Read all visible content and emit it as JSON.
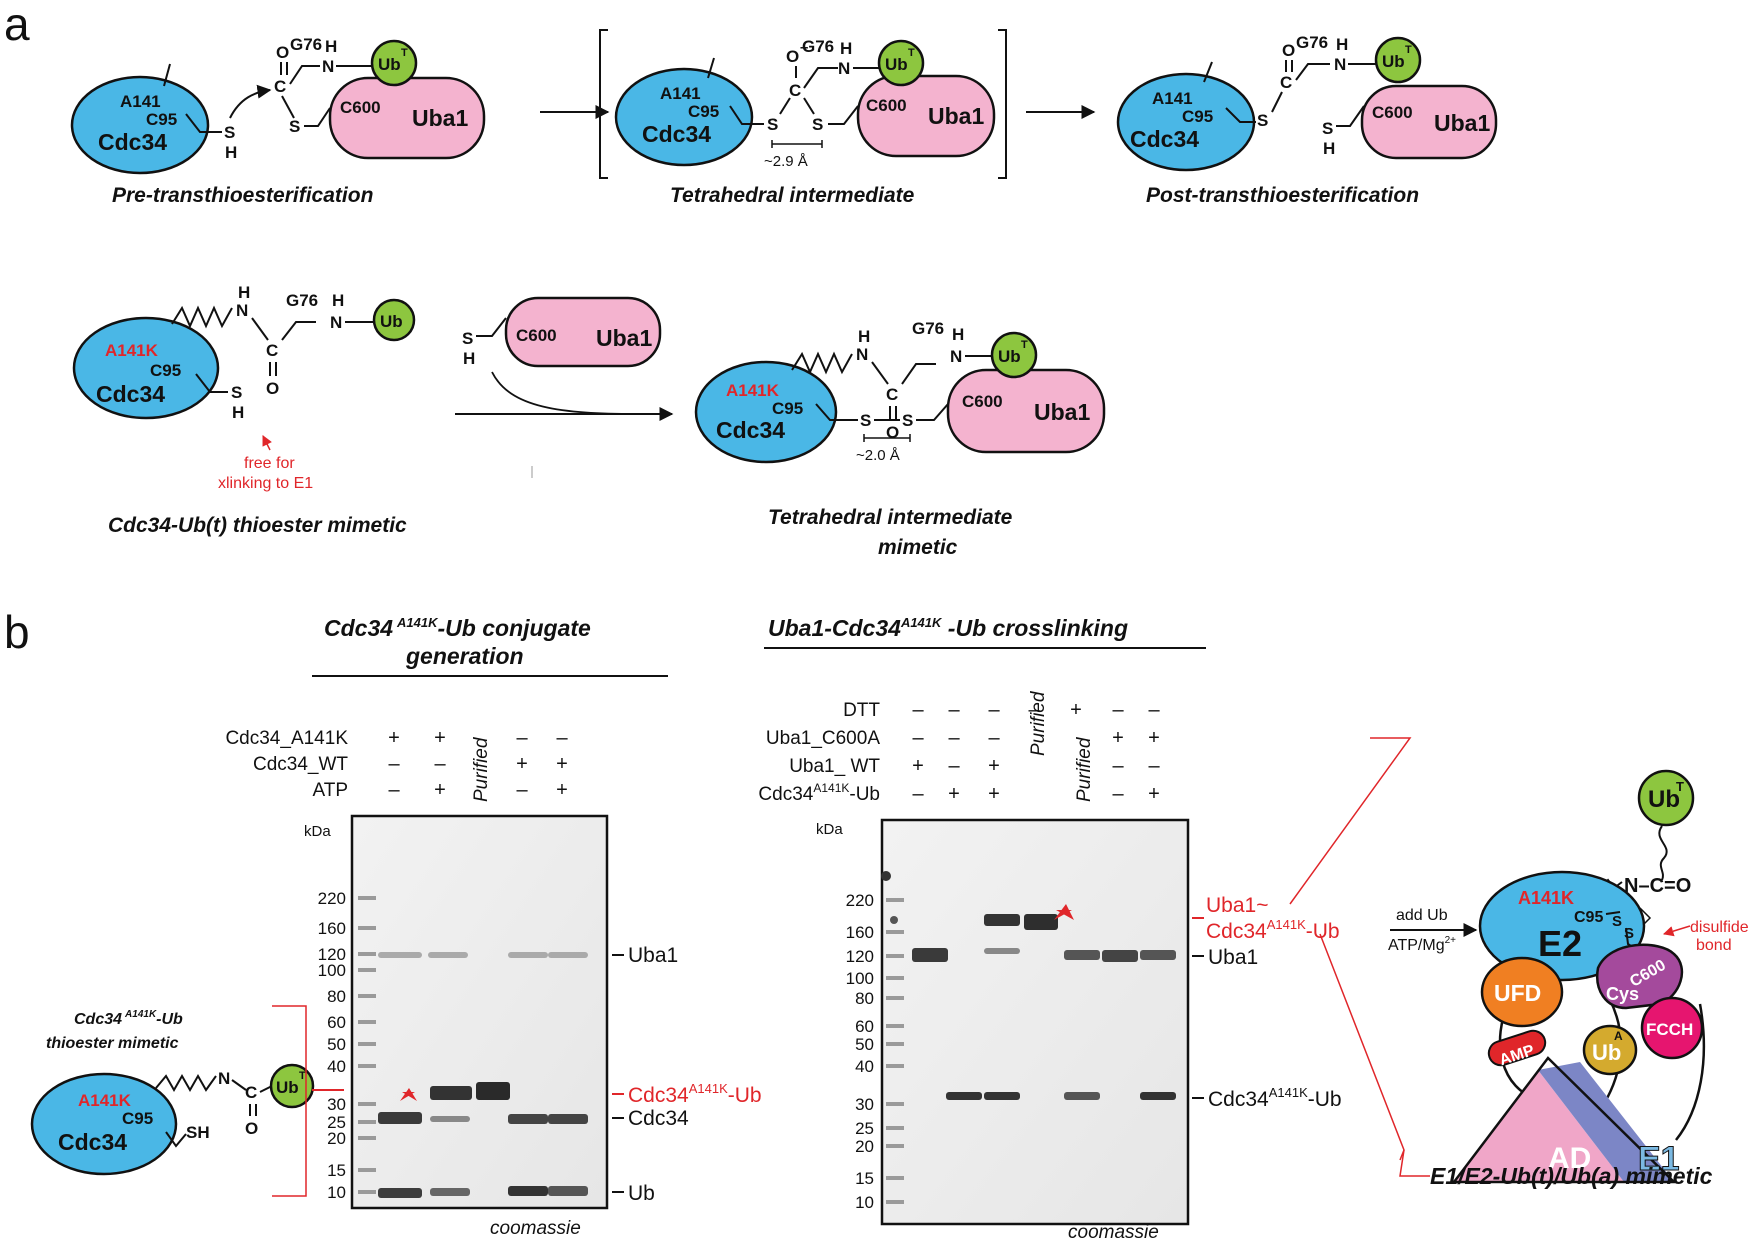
{
  "panel_a": {
    "label": "a",
    "captions": {
      "pre": "Pre-transthioesterification",
      "tetra": "Tetrahedral intermediate",
      "post": "Post-transthioesterification",
      "mimetic": "Cdc34-Ub(t) thioester mimetic",
      "tetra_mimetic_1": "Tetrahedral intermediate",
      "tetra_mimetic_2": "mimetic"
    },
    "labels": {
      "cdc34": "Cdc34",
      "uba1": "Uba1",
      "ub": "Ub",
      "t": "T",
      "a141": "A141",
      "a141k": "A141K",
      "c95": "C95",
      "c600": "C600",
      "g76": "G76",
      "s": "S",
      "h": "H",
      "n": "N",
      "c": "C",
      "o": "O",
      "o_minus": "O",
      "minus": "–",
      "dist1": "~2.9 Å",
      "dist2": "~2.0 Å",
      "free_1": "free for",
      "free_2": "xlinking to E1"
    }
  },
  "panel_b": {
    "label": "b",
    "gel1": {
      "title_1": "Cdc34",
      "title_sup": "A141K",
      "title_2": "-Ub conjugate",
      "title_3": "generation",
      "row_labels": [
        "Cdc34_A141K",
        "Cdc34_WT",
        "ATP"
      ],
      "rows": [
        [
          "+",
          "+",
          "",
          "–",
          "–"
        ],
        [
          "–",
          "–",
          "",
          "+",
          "+"
        ],
        [
          "–",
          "+",
          "",
          "–",
          "+"
        ]
      ],
      "purified": "Purified",
      "kda": "kDa",
      "markers": [
        "220",
        "160",
        "120",
        "100",
        "80",
        "60",
        "50",
        "40",
        "30",
        "25",
        "20",
        "15",
        "10"
      ],
      "band_labels": {
        "uba1": "Uba1",
        "conj": "Cdc34",
        "conj_sup": "A141K",
        "conj_suffix": "-Ub",
        "cdc34": "Cdc34",
        "ub": "Ub"
      },
      "stain": "coomassie"
    },
    "gel2": {
      "title_1": "Uba1-Cdc34",
      "title_sup": "A141K",
      "title_2": " -Ub crosslinking",
      "row_labels": [
        "DTT",
        "Uba1_C600A",
        "Uba1_ WT",
        "Cdc34"
      ],
      "row4_sup": "A141K",
      "row4_suffix": "-Ub",
      "rows": [
        [
          "–",
          "–",
          "–",
          "–",
          "+",
          "–",
          "–"
        ],
        [
          "–",
          "–",
          "–",
          "",
          "",
          "+",
          "+"
        ],
        [
          "+",
          "–",
          "+",
          "",
          "",
          "–",
          "–"
        ],
        [
          "–",
          "+",
          "+",
          "",
          "",
          "–",
          "+"
        ]
      ],
      "purified": "Purified",
      "kda": "kDa",
      "markers": [
        "220",
        "160",
        "120",
        "100",
        "80",
        "60",
        "50",
        "40",
        "30",
        "25",
        "20",
        "15",
        "10"
      ],
      "band_labels": {
        "xl_1": "Uba1~",
        "xl_2": "Cdc34",
        "xl_sup": "A141K",
        "xl_suffix": "-Ub",
        "uba1": "Uba1",
        "conj": "Cdc34",
        "conj_sup": "A141K",
        "conj_suffix": "-Ub"
      },
      "stain": "coomassie"
    },
    "inset": {
      "title_1": "Cdc34",
      "title_sup": "A141K",
      "title_2": "-Ub",
      "title_3": "thioester mimetic",
      "cdc34": "Cdc34",
      "a141k": "A141K",
      "c95": "C95",
      "sh": "SH",
      "n": "N",
      "c": "C",
      "o": "O",
      "ub": "Ub",
      "t": "T"
    },
    "model": {
      "ub": "Ub",
      "t": "T",
      "a": "A",
      "e2": "E2",
      "a141k": "A141K",
      "c95": "C95",
      "n_c_o": "N–C=O",
      "s": "S",
      "ufd": "UFD",
      "cys": "Cys",
      "c600": "C600",
      "fcch": "FCCH",
      "amp": "AMP",
      "ad": "AD",
      "e1": "E1",
      "add_ub": "add Ub",
      "atp_mg": "ATP/Mg",
      "sup2": "2+",
      "disulfide_1": "disulfide",
      "disulfide_2": "bond",
      "caption": "E1/E2-Ub(t)/Ub(a) mimetic"
    }
  },
  "colors": {
    "cdc34_blue": "#4ab7e6",
    "uba1_pink": "#f4b3cf",
    "ub_green": "#8dc63f",
    "red": "#e0262a",
    "ufd_orange": "#f07f22",
    "c600_purple": "#a44a9c",
    "fcch_pink": "#e6156f",
    "amp_red": "#e0262a",
    "uba_yellow": "#d4aa2e",
    "ad_pink": "#f0a6c8",
    "ad_blue": "#7c86c6",
    "e1_blue": "#7bb9e2"
  }
}
